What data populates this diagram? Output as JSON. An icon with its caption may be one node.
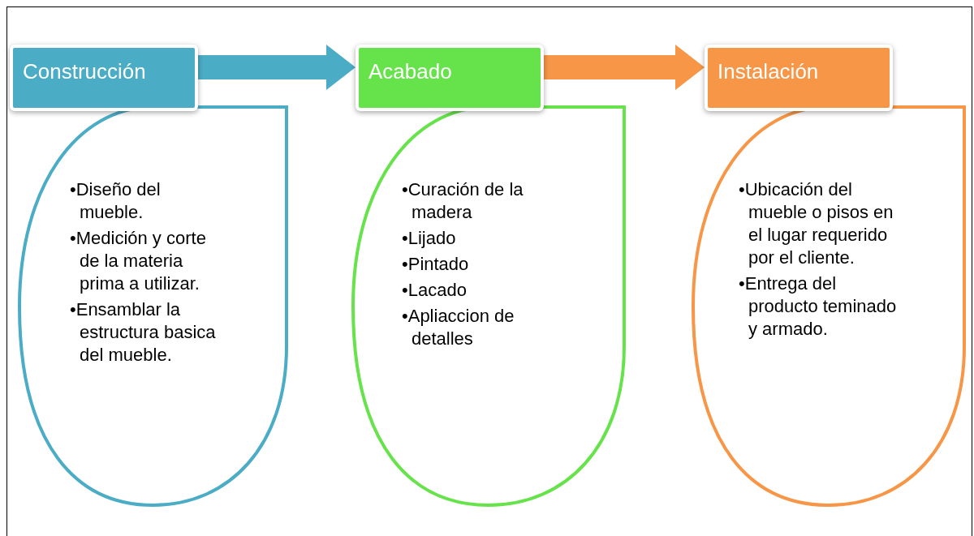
{
  "diagram": {
    "nodes": [
      {
        "text": [
          "Construcción"
        ]
      },
      {
        "text": [
          "•Diseño del mueble.",
          "•Medición y corte de la materia prima a utilizar.",
          "•Ensamblar la estructura basica del mueble."
        ]
      },
      {
        "text": [
          "Acabado"
        ]
      },
      {
        "text": [
          "•Curación de la madera",
          "•Lijado",
          "•Pintado",
          "•Lacado",
          "•Apliaccion de detalles"
        ]
      },
      {
        "text": [
          "Instalación"
        ]
      },
      {
        "text": [
          "•Ubicación del mueble o pisos en el lugar requerido por el cliente.",
          "•Entrega del producto teminado y armado."
        ]
      }
    ],
    "edges": [
      {
        "from": 0,
        "to": 2,
        "arrow": "to",
        "color": "#4bacc6"
      },
      {
        "from": 2,
        "to": 4,
        "arrow": "to",
        "color": "#f79646"
      }
    ]
  }
}
